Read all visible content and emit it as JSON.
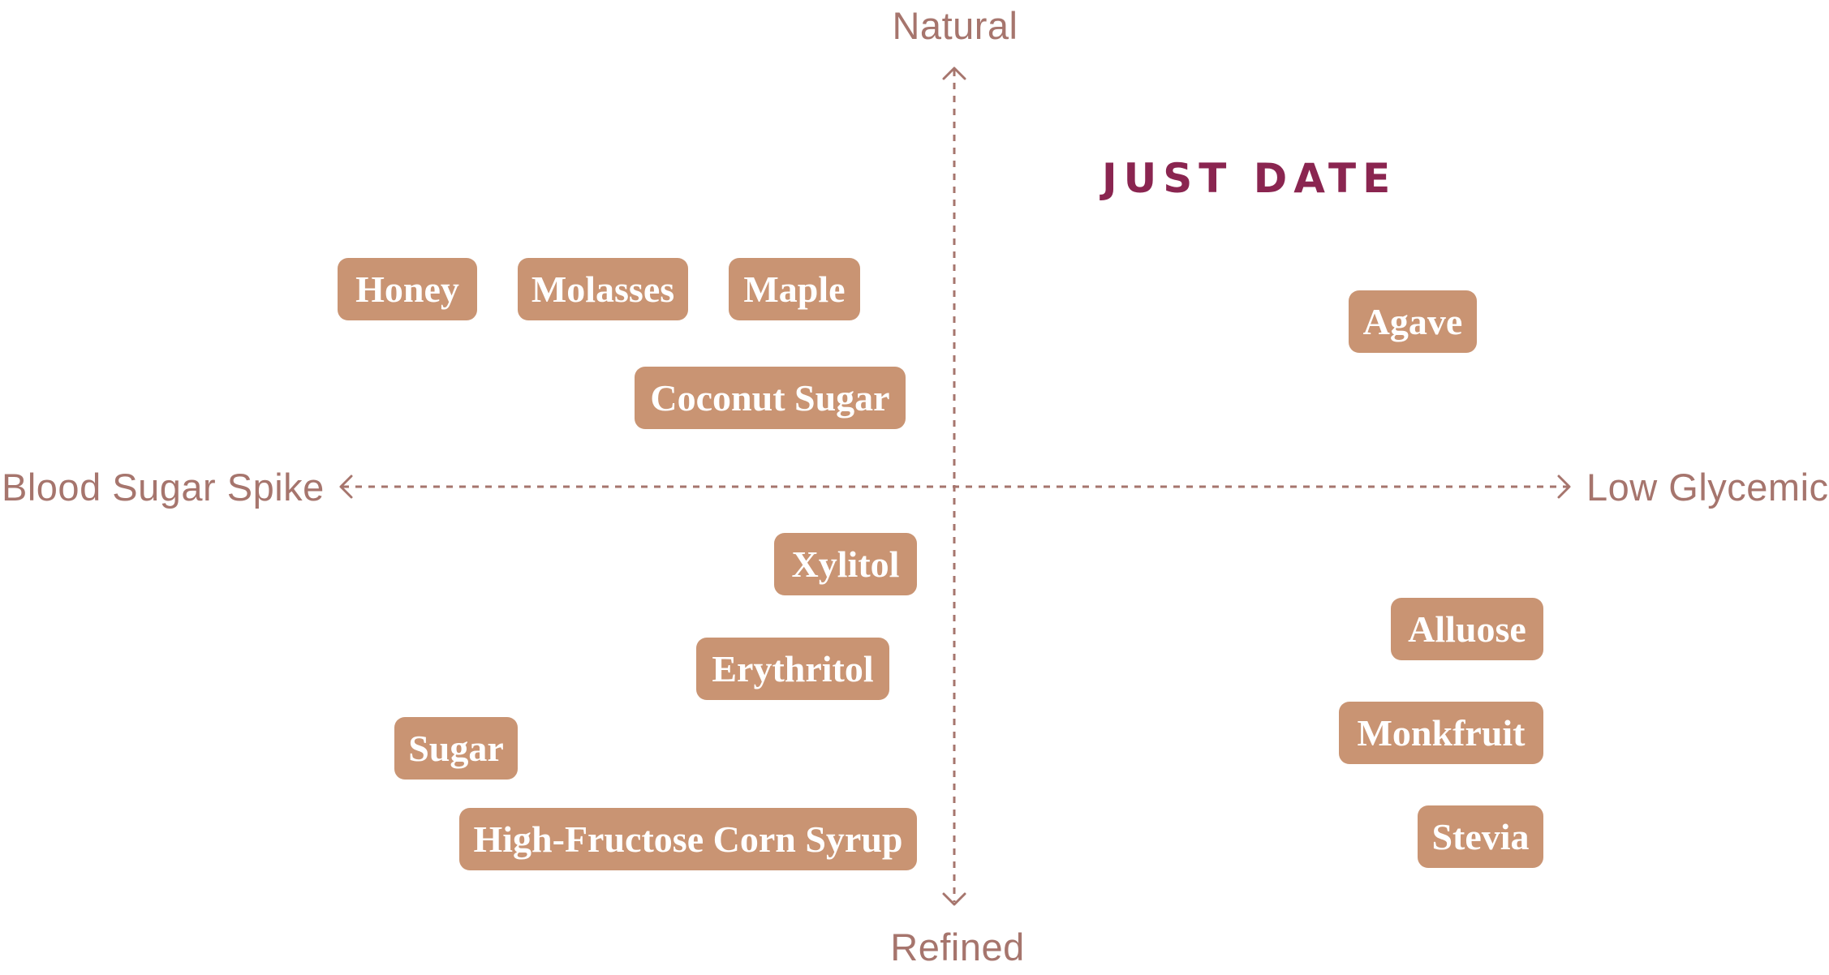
{
  "axes": {
    "top": "Natural",
    "bottom": "Refined",
    "left": "Blood Sugar Spike",
    "right": "Low Glycemic"
  },
  "brand": {
    "name": "JUST DATE",
    "color": "#8a2550"
  },
  "colors": {
    "axis": "#a6756d",
    "chip_bg": "#c99473",
    "chip_text": "#ffffff"
  },
  "sweeteners": [
    {
      "name": "Honey"
    },
    {
      "name": "Molasses"
    },
    {
      "name": "Maple"
    },
    {
      "name": "Coconut Sugar"
    },
    {
      "name": "Agave"
    },
    {
      "name": "Xylitol"
    },
    {
      "name": "Erythritol"
    },
    {
      "name": "Sugar"
    },
    {
      "name": "High-Fructose Corn Syrup"
    },
    {
      "name": "Alluose"
    },
    {
      "name": "Monkfruit"
    },
    {
      "name": "Stevia"
    }
  ]
}
